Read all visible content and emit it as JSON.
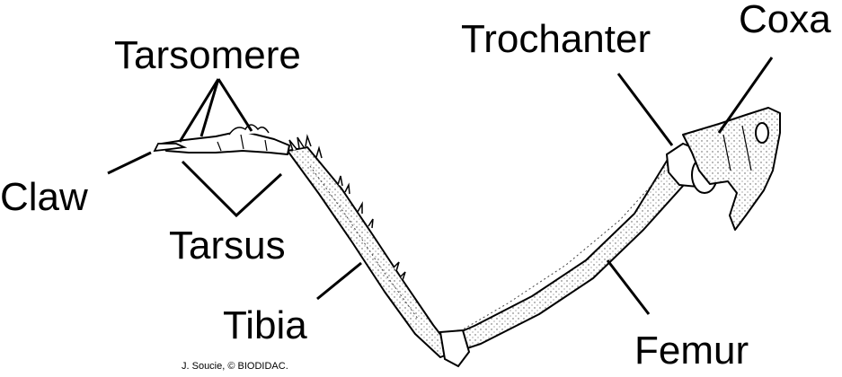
{
  "labels": {
    "tarsomere": "Tarsomere",
    "trochanter": "Trochanter",
    "coxa": "Coxa",
    "claw": "Claw",
    "tarsus": "Tarsus",
    "tibia": "Tibia",
    "femur": "Femur"
  },
  "credit": "J. Soucie, © BIODIDAC.",
  "colors": {
    "ink": "#000000",
    "background": "#ffffff",
    "stipple": "#555555"
  }
}
